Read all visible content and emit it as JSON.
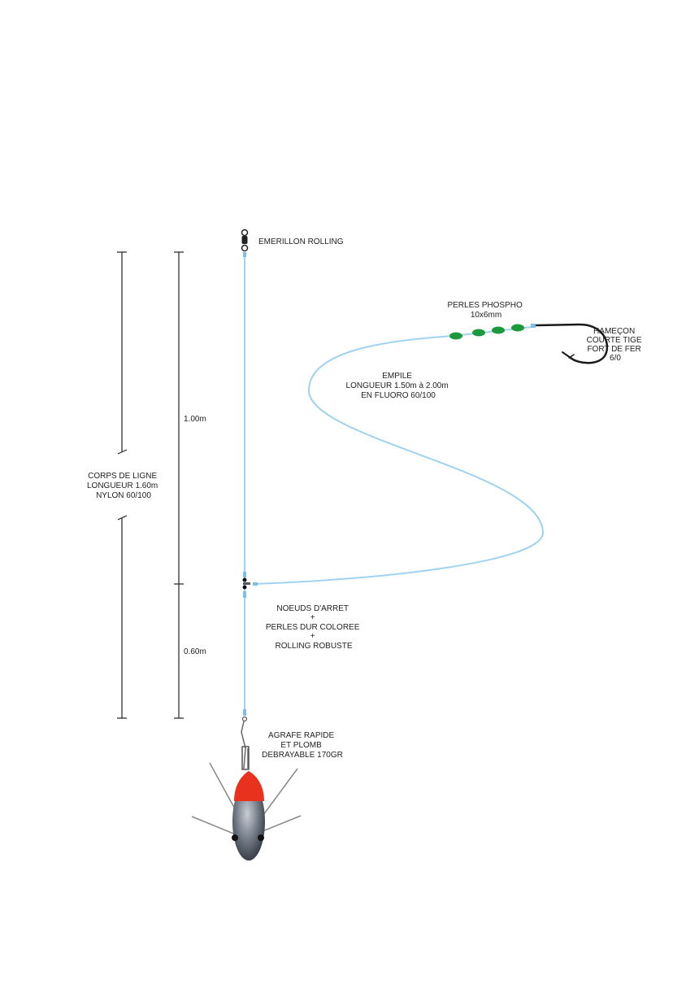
{
  "labels": {
    "swivel": "EMERILLON ROLLING",
    "beads": [
      "PERLES PHOSPHO",
      "10x6mm"
    ],
    "hook": [
      "HAMEÇON",
      "COURTE TIGE",
      "FORT DE FER",
      "6/0"
    ],
    "leader": [
      "EMPILE",
      "LONGUEUR 1.50m à 2.00m",
      "EN FLUORO 60/100"
    ],
    "mainline": [
      "CORPS DE LIGNE",
      "LONGUEUR 1.60m",
      "NYLON 60/100"
    ],
    "dim_upper": "1.00m",
    "dim_lower": "0.60m",
    "junction": [
      "NOEUDS D'ARRET",
      "+",
      "PERLES DUR COLOREE",
      "+",
      "ROLLING ROBUSTE"
    ],
    "weight": [
      "AGRAFE RAPIDE",
      "ET PLOMB",
      "DEBRAYABLE 170GR"
    ]
  },
  "colors": {
    "line": "#9fd3ef",
    "bead": "#1a9a3c",
    "weight_tip": "#e8321e",
    "hook": "#1a1a1a"
  }
}
